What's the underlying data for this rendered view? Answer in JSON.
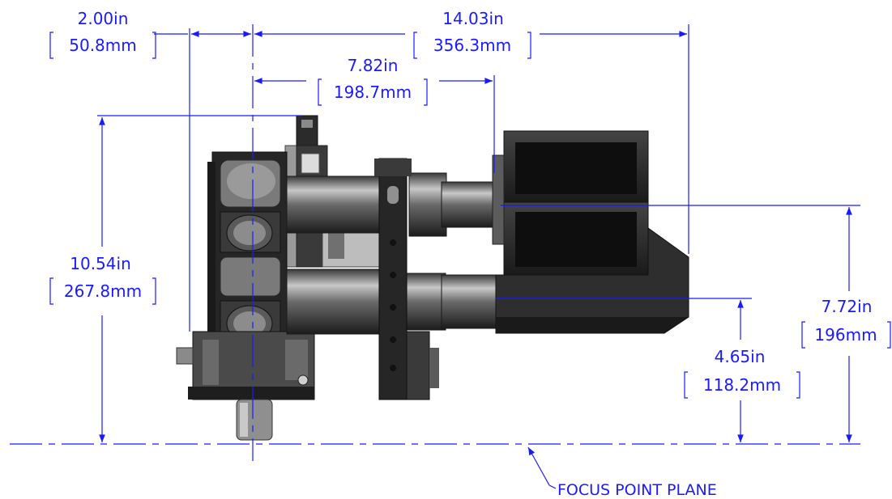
{
  "dimensions": {
    "d1": {
      "in": "2.00in",
      "mm": "50.8mm"
    },
    "d2": {
      "in": "14.03in",
      "mm": "356.3mm"
    },
    "d3": {
      "in": "7.82in",
      "mm": "198.7mm"
    },
    "d4": {
      "in": "10.54in",
      "mm": "267.8mm"
    },
    "d5": {
      "in": "7.72in",
      "mm": "196mm"
    },
    "d6": {
      "in": "4.65in",
      "mm": "118.2mm"
    }
  },
  "focus_label": "FOCUS POINT PLANE",
  "colors": {
    "dimension": "#1a1aff",
    "body": "#2a2a2a",
    "metal": "#7d7d7d"
  }
}
